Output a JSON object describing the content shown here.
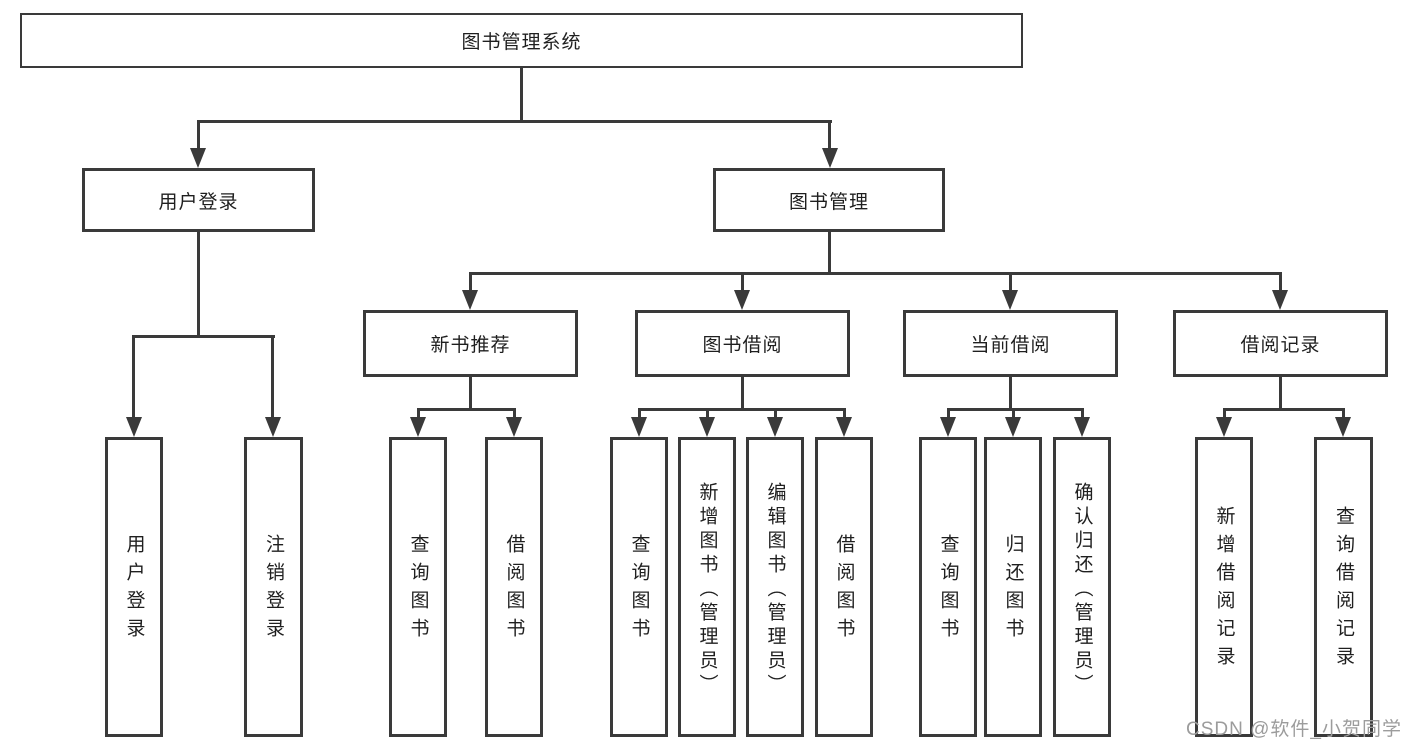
{
  "diagram": {
    "title": "图书管理系统",
    "level2": [
      {
        "label": "用户登录"
      },
      {
        "label": "图书管理"
      }
    ],
    "level3": [
      {
        "label": "新书推荐",
        "parent": "图书管理"
      },
      {
        "label": "图书借阅",
        "parent": "图书管理"
      },
      {
        "label": "当前借阅",
        "parent": "图书管理"
      },
      {
        "label": "借阅记录",
        "parent": "图书管理"
      }
    ],
    "leaves": [
      {
        "label": "用户登录",
        "parent": "用户登录"
      },
      {
        "label": "注销登录",
        "parent": "用户登录"
      },
      {
        "label": "查询图书",
        "parent": "新书推荐"
      },
      {
        "label": "借阅图书",
        "parent": "新书推荐"
      },
      {
        "label": "查询图书",
        "parent": "图书借阅"
      },
      {
        "label": "新增图书（管理员）",
        "parent": "图书借阅"
      },
      {
        "label": "编辑图书（管理员）",
        "parent": "图书借阅"
      },
      {
        "label": "借阅图书",
        "parent": "图书借阅"
      },
      {
        "label": "查询图书",
        "parent": "当前借阅"
      },
      {
        "label": "归还图书",
        "parent": "当前借阅"
      },
      {
        "label": "确认归还（管理员）",
        "parent": "当前借阅"
      },
      {
        "label": "新增借阅记录",
        "parent": "借阅记录"
      },
      {
        "label": "查询借阅记录",
        "parent": "借阅记录"
      }
    ]
  },
  "watermark": "CSDN @软件_小贺同学",
  "colors": {
    "line": "#3a3a3a",
    "text": "#1f1f1f",
    "background": "#ffffff",
    "watermark": "#9c9c9c"
  }
}
